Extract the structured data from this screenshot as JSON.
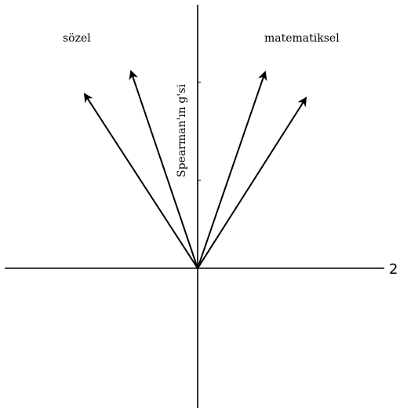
{
  "labels": {
    "left_group": "sözel",
    "right_group": "matematiksel",
    "vertical_axis": "Spearman'ın g'si",
    "horizontal_axis_number": "2"
  },
  "colors": {
    "ink": "#000000",
    "background": "#ffffff"
  }
}
